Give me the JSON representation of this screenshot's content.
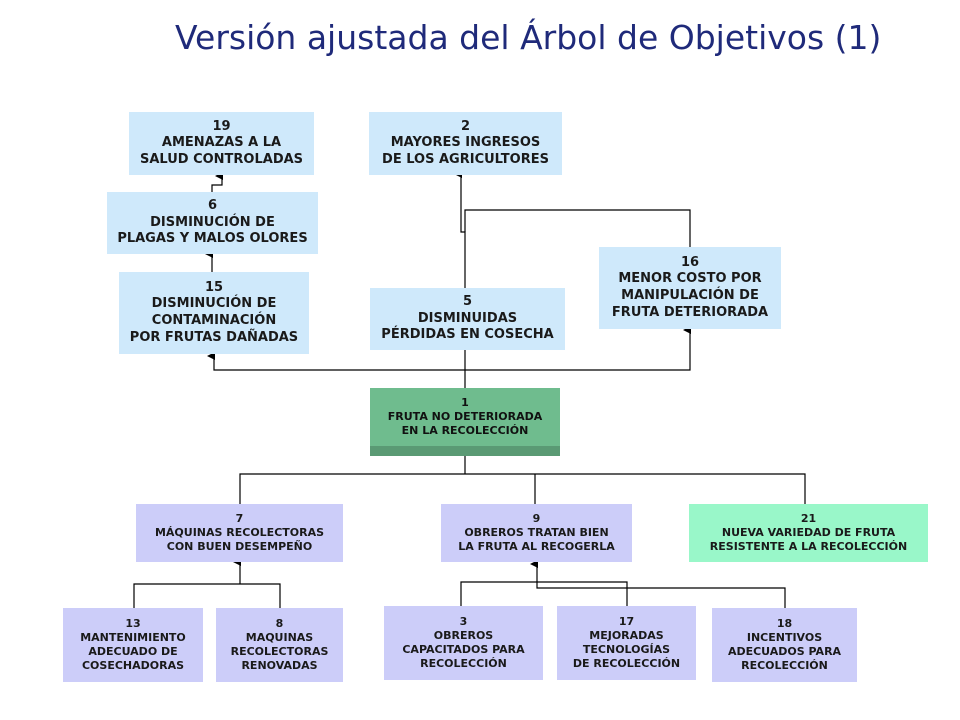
{
  "title": "Versión ajustada del Árbol de Objetivos (1)",
  "nodes": {
    "n19": {
      "id": "19",
      "lines": [
        "AMENAZAS A LA",
        "SALUD CONTROLADAS"
      ]
    },
    "n2": {
      "id": "2",
      "lines": [
        "MAYORES INGRESOS",
        "DE LOS AGRICULTORES"
      ]
    },
    "n6": {
      "id": "6",
      "lines": [
        "DISMINUCIÓN DE",
        "PLAGAS Y MALOS OLORES"
      ]
    },
    "n16": {
      "id": "16",
      "lines": [
        "MENOR COSTO POR",
        "MANIPULACIÓN DE",
        "FRUTA DETERIORADA"
      ]
    },
    "n15": {
      "id": "15",
      "lines": [
        "DISMINUCIÓN DE",
        "CONTAMINACIÓN",
        "POR FRUTAS DAÑADAS"
      ]
    },
    "n5": {
      "id": "5",
      "lines": [
        "DISMINUIDAS",
        "PÉRDIDAS EN COSECHA"
      ]
    },
    "n1": {
      "id": "1",
      "lines": [
        "FRUTA NO DETERIORADA",
        "EN LA RECOLECCIÓN"
      ]
    },
    "n7": {
      "id": "7",
      "lines": [
        "MÁQUINAS RECOLECTORAS",
        "CON BUEN DESEMPEÑO"
      ]
    },
    "n9": {
      "id": "9",
      "lines": [
        "OBREROS TRATAN BIEN",
        "LA FRUTA AL RECOGERLA"
      ]
    },
    "n21": {
      "id": "21",
      "lines": [
        "NUEVA VARIEDAD DE FRUTA",
        "RESISTENTE  A LA RECOLECCIÓN"
      ]
    },
    "n13": {
      "id": "13",
      "lines": [
        "MANTENIMIENTO",
        "ADECUADO DE",
        "COSECHADORAS"
      ]
    },
    "n8": {
      "id": "8",
      "lines": [
        "MAQUINAS",
        "RECOLECTORAS",
        "RENOVADAS"
      ]
    },
    "n3": {
      "id": "3",
      "lines": [
        "OBREROS",
        "CAPACITADOS PARA",
        "RECOLECCIÓN"
      ]
    },
    "n17": {
      "id": "17",
      "lines": [
        "MEJORADAS",
        "TECNOLOGÍAS",
        "DE RECOLECCIÓN"
      ]
    },
    "n18": {
      "id": "18",
      "lines": [
        "INCENTIVOS",
        "ADECUADOS PARA",
        "RECOLECCIÓN"
      ]
    }
  }
}
